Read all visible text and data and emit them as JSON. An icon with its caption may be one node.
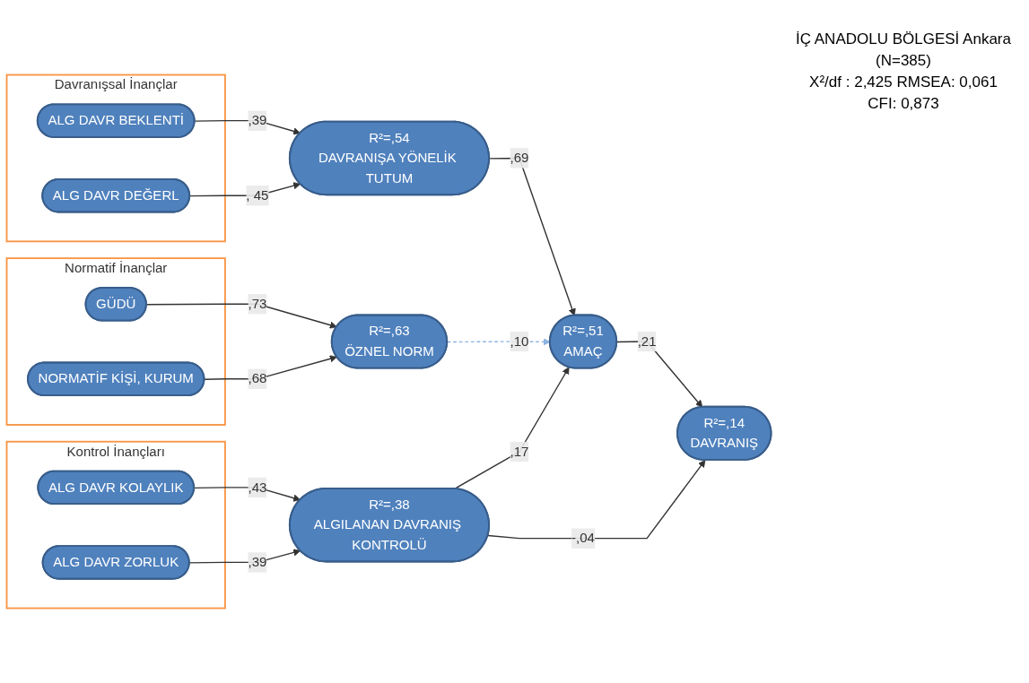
{
  "diagram": {
    "nodes": [
      {
        "text": [
          "Davranışsal İnançlar"
        ]
      },
      {
        "text": [
          "ALG DAVR BEKLENTİ"
        ],
        "in": 0
      },
      {
        "text": [
          "ALG DAVR DEĞERL"
        ],
        "in": 0
      },
      {
        "text": [
          "Normatif İnançlar"
        ]
      },
      {
        "text": [
          "GÜDÜ"
        ],
        "in": 3
      },
      {
        "text": [
          "NORMATİF KİŞİ, KURUM"
        ],
        "in": 3
      },
      {
        "text": [
          "Kontrol İnançları"
        ]
      },
      {
        "text": [
          "ALG DAVR KOLAYLIK"
        ],
        "in": 6
      },
      {
        "text": [
          "ALG DAVR ZORLUK"
        ],
        "in": 6
      },
      {
        "text": [
          "R²=,54",
          "DAVRANIŞA YÖNELİK TUTUM"
        ]
      },
      {
        "text": [
          "R²=,63",
          "ÖZNEL NORM"
        ]
      },
      {
        "text": [
          "R²=,51",
          "AMAÇ"
        ]
      },
      {
        "text": [
          "R²=,14",
          "DAVRANIŞ"
        ]
      },
      {
        "text": [
          "R²=,38",
          "ALGILANAN DAVRANIŞ KONTROLÜ"
        ]
      }
    ],
    "edges": [
      {
        "from": 1,
        "to": 9,
        "arrow": "to",
        "label": ",39"
      },
      {
        "from": 2,
        "to": 9,
        "arrow": "to",
        "label": ", 45"
      },
      {
        "from": 9,
        "to": 11,
        "arrow": "to",
        "label": ",69"
      },
      {
        "from": 4,
        "to": 10,
        "arrow": "to",
        "label": ",73"
      },
      {
        "from": 5,
        "to": 10,
        "arrow": "to",
        "label": ",68"
      },
      {
        "from": 10,
        "to": 11,
        "arrow": "to",
        "label": ",10",
        "style": "dashed",
        "color": "#8eb4e3"
      },
      {
        "from": 11,
        "to": 12,
        "arrow": "to",
        "label": ",21"
      },
      {
        "from": 7,
        "to": 13,
        "arrow": "to",
        "label": ",43"
      },
      {
        "from": 8,
        "to": 13,
        "arrow": "to",
        "label": ",39"
      },
      {
        "from": 13,
        "to": 11,
        "arrow": "to",
        "label": ",17"
      },
      {
        "from": 13,
        "to": 12,
        "arrow": "to",
        "label": "-,04"
      }
    ],
    "labels": [
      "İÇ ANADOLU BÖLGESİ Ankara",
      "(N=385)",
      "X²/df : 2,425 RMSEA: 0,061",
      "CFI: 0,873"
    ]
  }
}
